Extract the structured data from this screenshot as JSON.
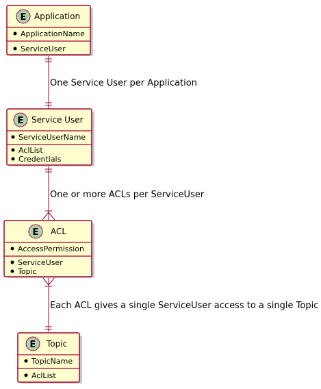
{
  "colors": {
    "entity_fill": "#FEFECE",
    "entity_border": "#A80036",
    "badge_fill": "#ADD1B2",
    "relation_line": "#A80036"
  },
  "entities": [
    {
      "badge": "E",
      "title": "Application",
      "fields": [
        "ApplicationName"
      ],
      "references": [
        "ServiceUser"
      ]
    },
    {
      "badge": "E",
      "title": "Service User",
      "fields": [
        "ServiceUserName"
      ],
      "references": [
        "AclList",
        "Credentials"
      ]
    },
    {
      "badge": "E",
      "title": "ACL",
      "fields": [
        "AccessPermission"
      ],
      "references": [
        "ServiceUser",
        "Topic"
      ]
    },
    {
      "badge": "E",
      "title": "Topic",
      "fields": [
        "TopicName"
      ],
      "references": [
        "AclList"
      ]
    }
  ],
  "relationships": [
    {
      "from": "Application",
      "to": "Service User",
      "from_cardinality": "exactly-one",
      "to_cardinality": "exactly-one",
      "label": "One Service User per Application"
    },
    {
      "from": "Service User",
      "to": "ACL",
      "from_cardinality": "exactly-one",
      "to_cardinality": "one-or-more",
      "label": "One or more ACLs per ServiceUser"
    },
    {
      "from": "ACL",
      "to": "Topic",
      "from_cardinality": "one-or-more",
      "to_cardinality": "exactly-one",
      "label": "Each ACL gives a single ServiceUser access to a single Topic"
    }
  ]
}
